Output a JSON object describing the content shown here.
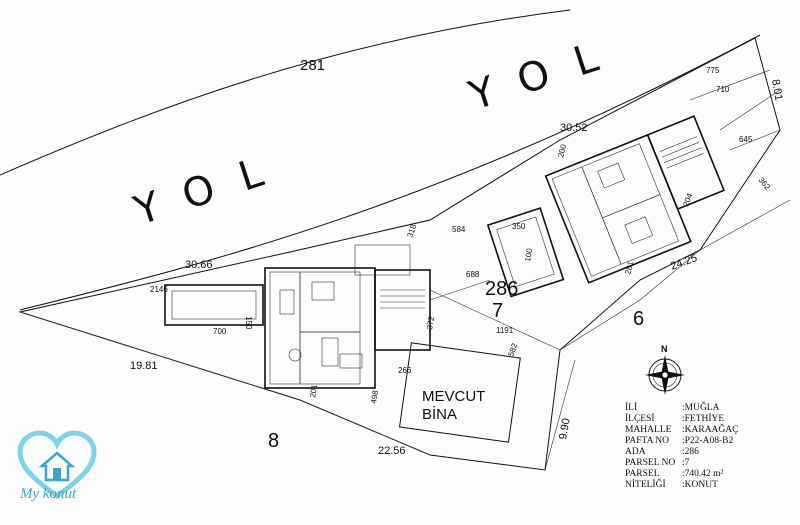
{
  "labels": {
    "parcel_north": "281",
    "road_upper": "YOL",
    "road_lower": "YOL",
    "block_parcel": "286",
    "parcel_no": "7",
    "parcel_east": "6",
    "parcel_south": "8",
    "existing_line1": "MEVCUT",
    "existing_line2": "BİNA"
  },
  "dimensions": {
    "top_mid": "30.52",
    "left_top": "30.66",
    "left_bottom": "19.81",
    "bottom": "22.56",
    "right": "24.25",
    "bottom_right": "9.90",
    "corner": "8.01",
    "d2146": "2146",
    "d700": "700",
    "d150": "150",
    "d688": "688",
    "d584": "584",
    "d318": "318",
    "d350": "350",
    "d1191": "1191",
    "d582": "582",
    "d372": "372",
    "d266": "266",
    "d498": "498",
    "d201": "201",
    "d710": "710",
    "d645": "645",
    "d775": "775",
    "d362": "362",
    "d200": "200",
    "d281": "281",
    "d100": "100",
    "d204": "204"
  },
  "info": [
    {
      "key": "İLİ",
      "value": ":MUĞLA"
    },
    {
      "key": "İLÇESİ",
      "value": ":FETHİYE"
    },
    {
      "key": "MAHALLE",
      "value": ":KARAAĞAÇ"
    },
    {
      "key": "PAFTA NO",
      "value": ":P22-A08-B2"
    },
    {
      "key": "ADA",
      "value": ":286"
    },
    {
      "key": "PARSEL NO",
      "value": ":7"
    },
    {
      "key": "PARSEL",
      "value": ":740.42 m²"
    },
    {
      "key": "NİTELİĞİ",
      "value": ":KONUT"
    }
  ],
  "compass": {
    "north": "N"
  },
  "logo": {
    "text": "My konut",
    "color": "#3aa7c8"
  }
}
